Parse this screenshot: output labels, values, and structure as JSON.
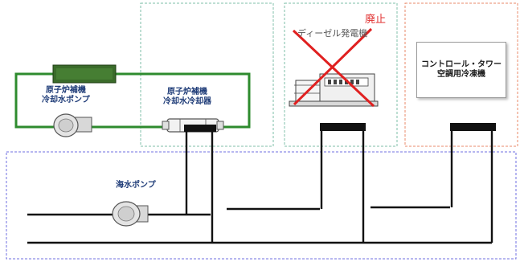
{
  "labels": {
    "ccw_pump": [
      "原子炉補機",
      "冷却水ポンプ"
    ],
    "ccw_cooler": [
      "原子炉補機",
      "冷却水冷却器"
    ],
    "diesel": "ディーゼル発電機",
    "abolished": "廃止",
    "control_tower": [
      "コントロール・タワー",
      "空調用冷凍機"
    ],
    "seawater_pump": "海水ポンプ"
  },
  "colors": {
    "cooling_loop": "#2e8b2e",
    "seawater_pipe": "#111111",
    "region_green": "#7fbfa8",
    "region_orange": "#e98a6a",
    "region_blue": "#6f6fe0",
    "cross_mark": "#e02020",
    "label_text": "#1f3c78"
  }
}
